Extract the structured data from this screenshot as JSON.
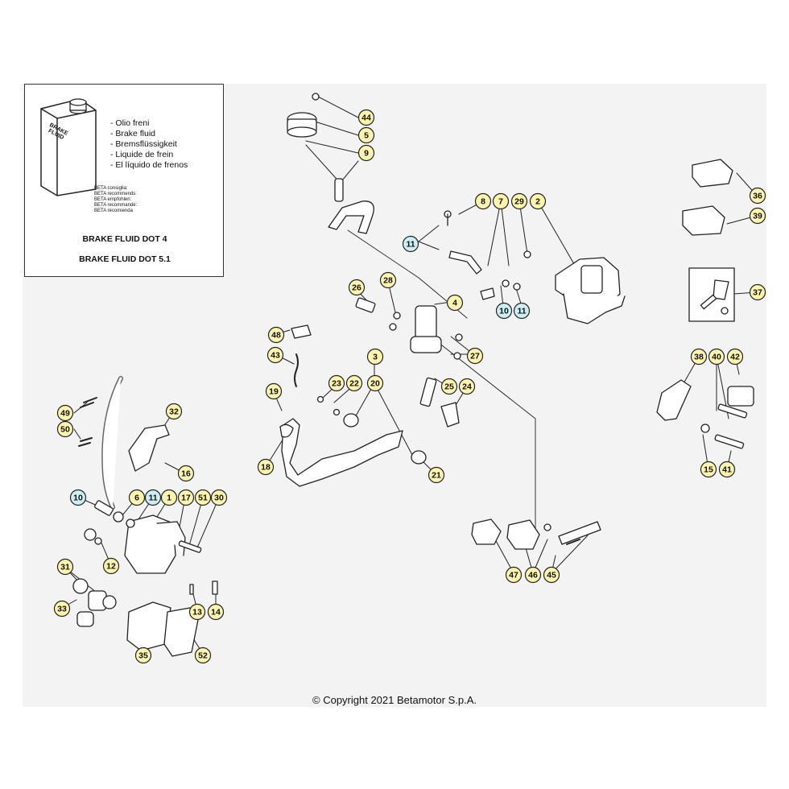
{
  "fluid_box": {
    "can_label": "BRAKE FLUID",
    "languages": [
      "- Olio freni",
      "- Brake fluid",
      "- Bremsflüssigkeit",
      "- Liquide de frein",
      "- El líquido de frenos"
    ],
    "recommend": [
      "BETA consiglia:",
      "BETA recommends:",
      "BETA empfohlen:",
      "BETA recommandé:",
      "BETA recomienda"
    ],
    "spec1": "BRAKE FLUID DOT 4",
    "spec2": "BRAKE FLUID DOT 5.1"
  },
  "copyright": "© Copyright 2021 Betamotor S.p.A.",
  "colors": {
    "callout_fill": "#fdf4b0",
    "callout_blue": "#cdeef2",
    "line": "#222222"
  },
  "callouts": [
    {
      "label": "44",
      "style": "yellow"
    },
    {
      "label": "5",
      "style": "yellow"
    },
    {
      "label": "9",
      "style": "yellow"
    },
    {
      "label": "8",
      "style": "yellow"
    },
    {
      "label": "7",
      "style": "yellow"
    },
    {
      "label": "29",
      "style": "yellow"
    },
    {
      "label": "2",
      "style": "yellow"
    },
    {
      "label": "11",
      "style": "blue"
    },
    {
      "label": "26",
      "style": "yellow"
    },
    {
      "label": "28",
      "style": "yellow"
    },
    {
      "label": "4",
      "style": "yellow"
    },
    {
      "label": "10",
      "style": "blue"
    },
    {
      "label": "11",
      "style": "blue"
    },
    {
      "label": "27",
      "style": "yellow"
    },
    {
      "label": "48",
      "style": "yellow"
    },
    {
      "label": "43",
      "style": "yellow"
    },
    {
      "label": "3",
      "style": "yellow"
    },
    {
      "label": "23",
      "style": "yellow"
    },
    {
      "label": "22",
      "style": "yellow"
    },
    {
      "label": "20",
      "style": "yellow"
    },
    {
      "label": "19",
      "style": "yellow"
    },
    {
      "label": "25",
      "style": "yellow"
    },
    {
      "label": "24",
      "style": "yellow"
    },
    {
      "label": "18",
      "style": "yellow"
    },
    {
      "label": "21",
      "style": "yellow"
    },
    {
      "label": "36",
      "style": "yellow"
    },
    {
      "label": "39",
      "style": "yellow"
    },
    {
      "label": "37",
      "style": "yellow"
    },
    {
      "label": "38",
      "style": "yellow"
    },
    {
      "label": "40",
      "style": "yellow"
    },
    {
      "label": "42",
      "style": "yellow"
    },
    {
      "label": "15",
      "style": "yellow"
    },
    {
      "label": "41",
      "style": "yellow"
    },
    {
      "label": "49",
      "style": "yellow"
    },
    {
      "label": "50",
      "style": "yellow"
    },
    {
      "label": "32",
      "style": "yellow"
    },
    {
      "label": "16",
      "style": "yellow"
    },
    {
      "label": "10",
      "style": "blue"
    },
    {
      "label": "6",
      "style": "yellow"
    },
    {
      "label": "11",
      "style": "blue"
    },
    {
      "label": "1",
      "style": "yellow"
    },
    {
      "label": "17",
      "style": "yellow"
    },
    {
      "label": "51",
      "style": "yellow"
    },
    {
      "label": "30",
      "style": "yellow"
    },
    {
      "label": "12",
      "style": "yellow"
    },
    {
      "label": "31",
      "style": "yellow"
    },
    {
      "label": "33",
      "style": "yellow"
    },
    {
      "label": "13",
      "style": "yellow"
    },
    {
      "label": "14",
      "style": "yellow"
    },
    {
      "label": "35",
      "style": "yellow"
    },
    {
      "label": "52",
      "style": "yellow"
    },
    {
      "label": "47",
      "style": "yellow"
    },
    {
      "label": "46",
      "style": "yellow"
    },
    {
      "label": "45",
      "style": "yellow"
    }
  ]
}
